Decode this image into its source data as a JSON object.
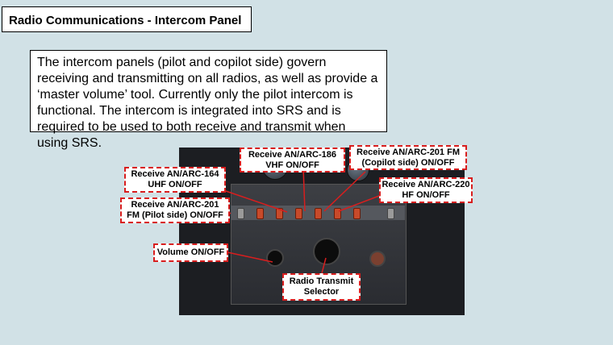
{
  "title": "Radio Communications - Intercom Panel",
  "description": "The intercom panels (pilot and copilot side) govern receiving and transmitting on all radios, as well as provide a ‘master volume’ tool. Currently only the pilot intercom is functional. The intercom is integrated into SRS and is required to be used to both receive and transmit when using SRS.",
  "callouts": {
    "arc186": {
      "line1": "Receive AN/ARC-186",
      "line2": "VHF ON/OFF"
    },
    "arc201_copilot": {
      "line1": "Receive AN/ARC-201 FM",
      "line2": "(Copilot side) ON/OFF"
    },
    "arc164": {
      "line1": "Receive AN/ARC-164",
      "line2": "UHF ON/OFF"
    },
    "arc220": {
      "line1": "Receive AN/ARC-220",
      "line2": "HF ON/OFF"
    },
    "arc201_pilot": {
      "line1": "Receive AN/ARC-201",
      "line2": "FM (Pilot side) ON/OFF"
    },
    "volume": {
      "line1": "Volume ON/OFF"
    },
    "transmit": {
      "line1": "Radio Transmit",
      "line2": "Selector"
    }
  },
  "colors": {
    "background": "#d1e1e6",
    "callout_border": "#d81e1e"
  }
}
